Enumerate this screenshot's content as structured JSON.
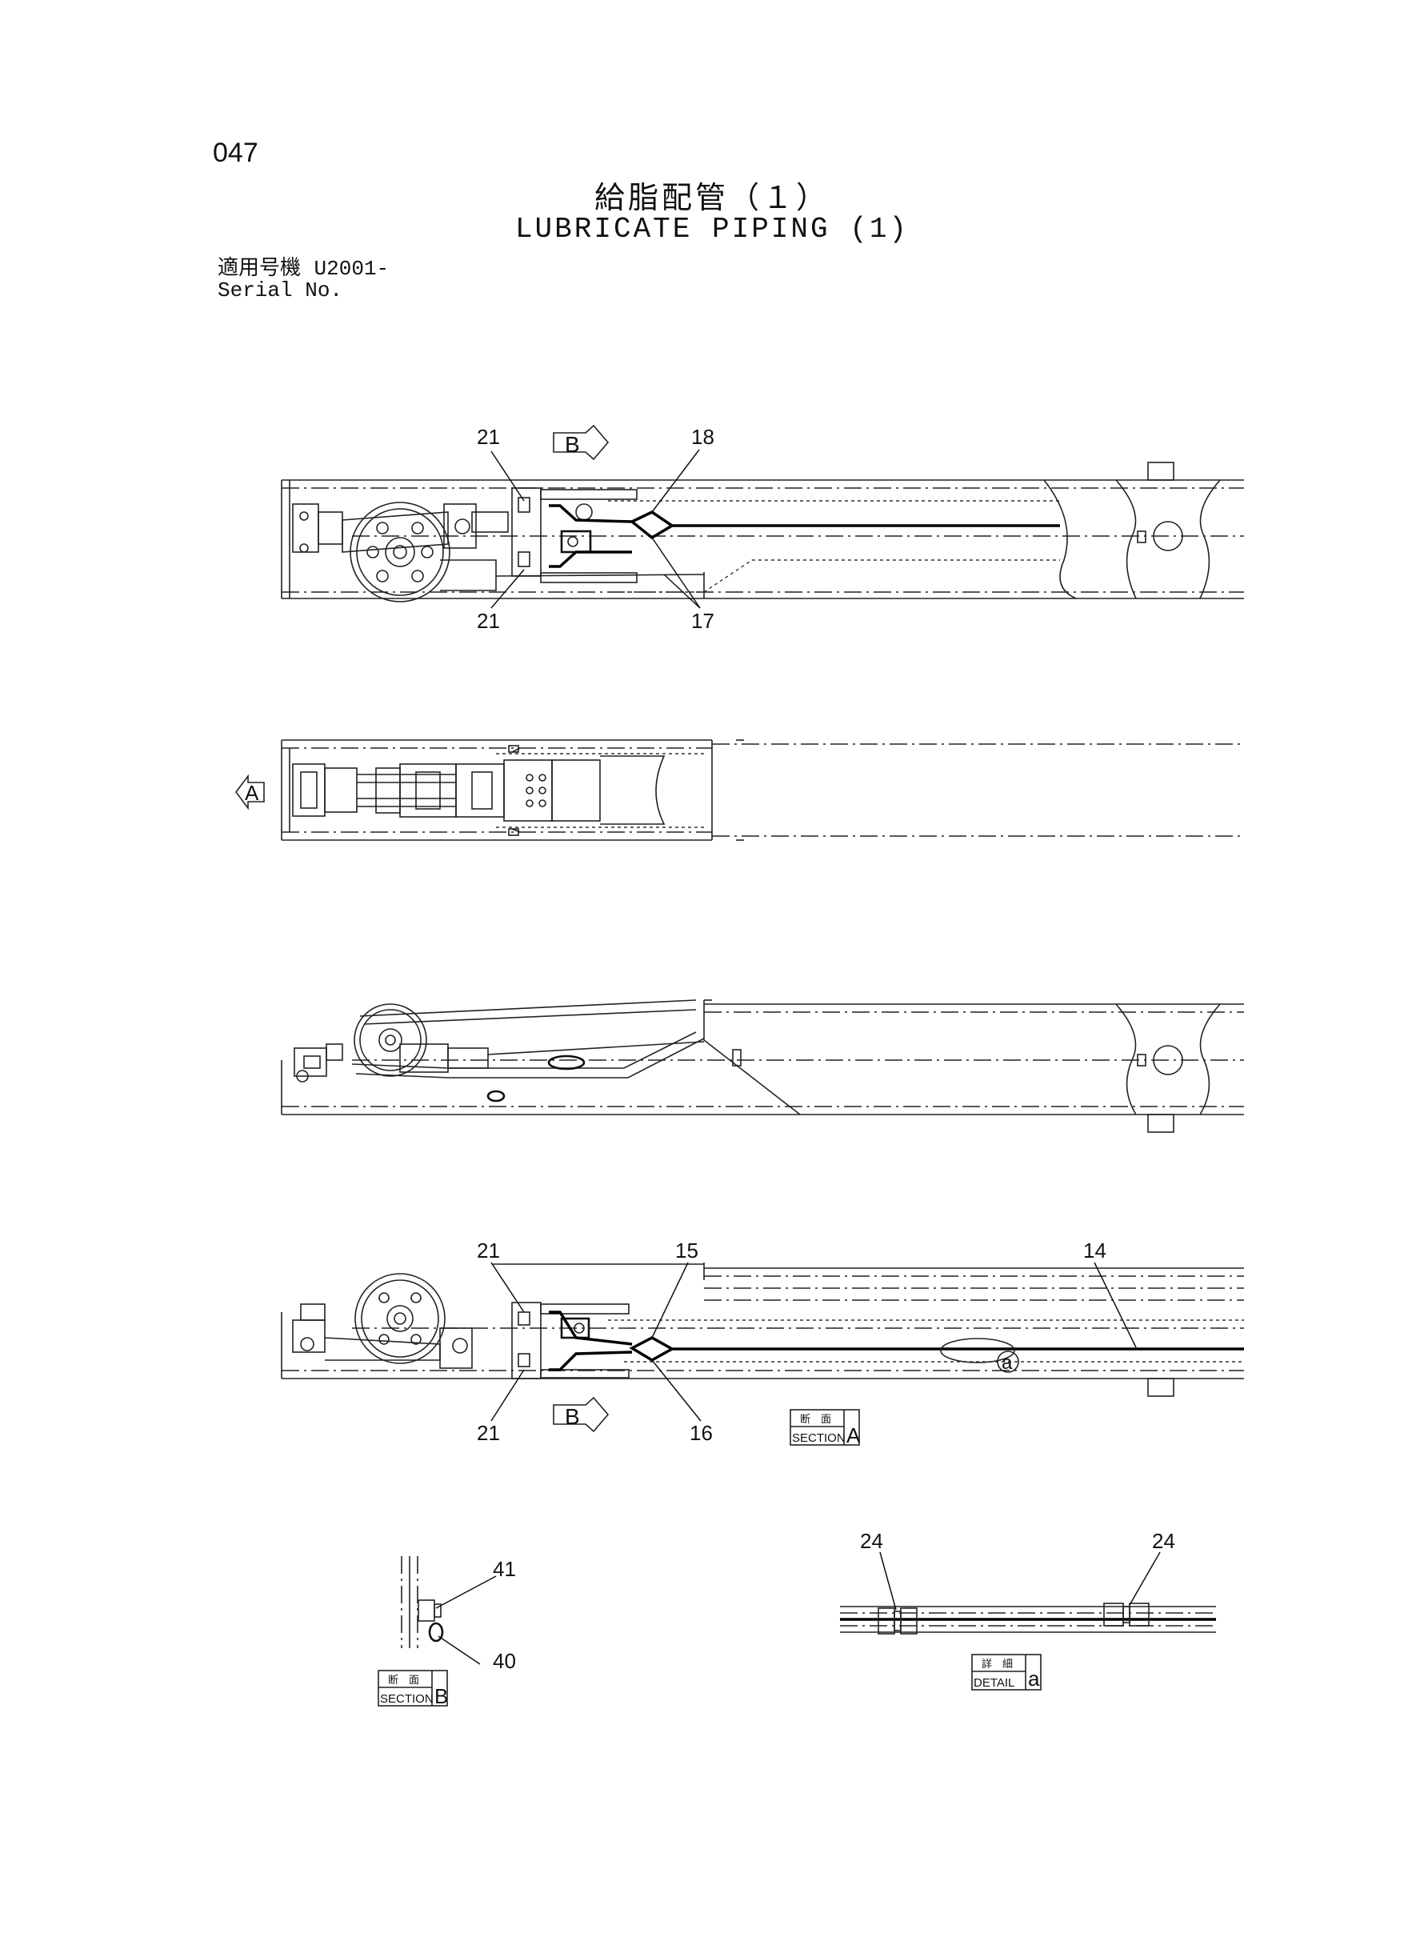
{
  "page": {
    "number": "047",
    "title_jp": "給脂配管（１）",
    "title_en": "LUBRICATE PIPING (1)",
    "serial_label_jp": "適用号機",
    "serial_value": "U2001-",
    "serial_label_en": "Serial No."
  },
  "view_top": {
    "callouts": [
      {
        "id": "c21a",
        "text": "21"
      },
      {
        "id": "c18",
        "text": "18"
      },
      {
        "id": "c21b",
        "text": "21"
      },
      {
        "id": "c17",
        "text": "17"
      }
    ],
    "view_marker": "B"
  },
  "view_plan": {
    "view_marker": "A"
  },
  "view_section_a": {
    "callouts": [
      {
        "id": "c21c",
        "text": "21"
      },
      {
        "id": "c15",
        "text": "15"
      },
      {
        "id": "c14",
        "text": "14"
      },
      {
        "id": "c21d",
        "text": "21"
      },
      {
        "id": "c16",
        "text": "16"
      }
    ],
    "detail_marker": "a",
    "view_marker": "B",
    "label_box": {
      "jp": "断　面",
      "en": "SECTION",
      "letter": "A"
    }
  },
  "section_b": {
    "callouts": [
      {
        "text": "41"
      },
      {
        "text": "40"
      }
    ],
    "label_box": {
      "jp": "断　面",
      "en": "SECTION",
      "letter": "B"
    }
  },
  "detail_a": {
    "callouts": [
      {
        "text": "24"
      },
      {
        "text": "24"
      }
    ],
    "label_box": {
      "jp": "詳　細",
      "en": "DETAIL",
      "letter": "a"
    }
  }
}
